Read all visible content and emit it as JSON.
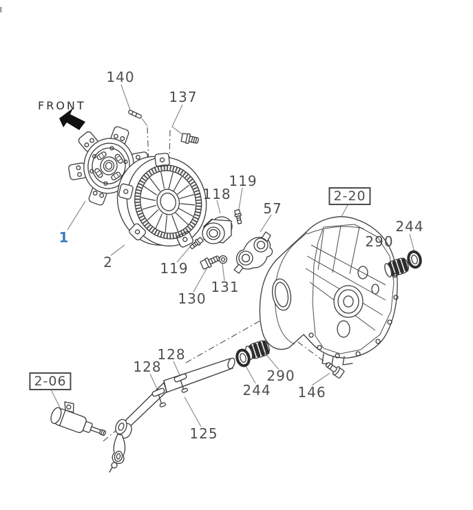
{
  "palette": {
    "callout_text": "#4e4e4e",
    "accent_blue": "#3f7cc1",
    "line_color": "#3a3a3a"
  },
  "direction_indicator": {
    "label": "FRONT"
  },
  "reference_boxes": [
    {
      "text": "2-20"
    },
    {
      "text": "2-06"
    }
  ],
  "callouts": [
    {
      "text": "140"
    },
    {
      "text": "137"
    },
    {
      "text": "1"
    },
    {
      "text": "2"
    },
    {
      "text": "118"
    },
    {
      "text": "119"
    },
    {
      "text": "57"
    },
    {
      "text": "119"
    },
    {
      "text": "130"
    },
    {
      "text": "131"
    },
    {
      "text": "244"
    },
    {
      "text": "290"
    },
    {
      "text": "128"
    },
    {
      "text": "128"
    },
    {
      "text": "290"
    },
    {
      "text": "244"
    },
    {
      "text": "146"
    },
    {
      "text": "125"
    }
  ]
}
